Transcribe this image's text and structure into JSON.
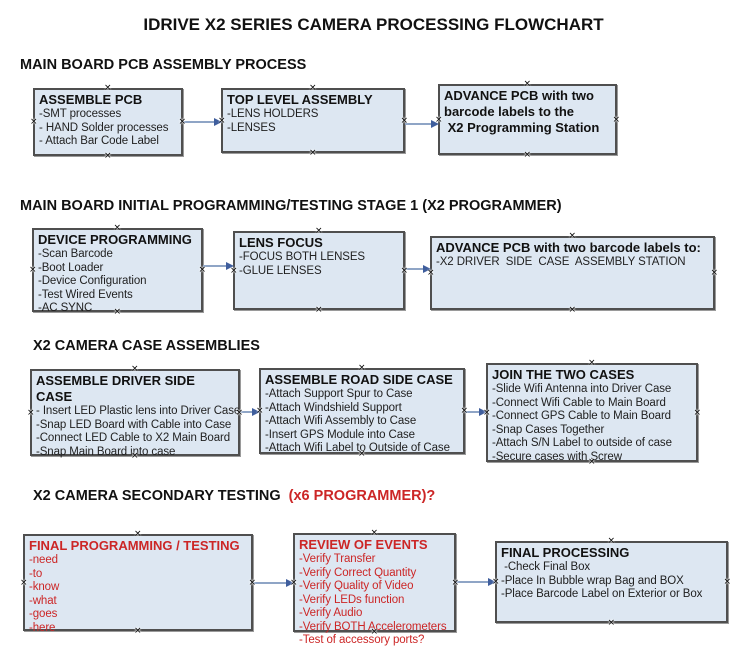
{
  "title": "IDRIVE X2  SERIES CAMERA PROCESSING FLOWCHART",
  "colors": {
    "box_fill": "#dde7f2",
    "box_border": "#4f4f4f",
    "red_text": "#cc2626",
    "arrow_line": "#8fa5c6",
    "arrow_head": "#3f5e9d"
  },
  "sections": [
    {
      "heading": "MAIN BOARD PCB ASSEMBLY PROCESS",
      "heading_red": "",
      "boxes": [
        {
          "title": "ASSEMBLE PCB",
          "lines": [
            "-SMT processes",
            "- HAND Solder processes",
            "- Attach Bar Code Label"
          ]
        },
        {
          "title": "TOP LEVEL ASSEMBLY",
          "lines": [
            "-LENS HOLDERS",
            "-LENSES"
          ]
        },
        {
          "title": "ADVANCE PCB with two\nbarcode labels to the\n X2 Programming Station",
          "lines": []
        }
      ]
    },
    {
      "heading": "MAIN BOARD INITIAL PROGRAMMING/TESTING STAGE 1 (X2 PROGRAMMER)",
      "heading_red": "",
      "boxes": [
        {
          "title": "DEVICE PROGRAMMING",
          "lines": [
            "-Scan Barcode",
            "-Boot Loader",
            "-Device Configuration",
            "-Test Wired Events",
            "-AC SYNC"
          ]
        },
        {
          "title": "LENS FOCUS",
          "lines": [
            "-FOCUS BOTH LENSES",
            "-GLUE LENSES"
          ]
        },
        {
          "title": "ADVANCE PCB with two barcode labels to:",
          "lines": [
            "-X2 DRIVER  SIDE  CASE  ASSEMBLY STATION"
          ]
        }
      ]
    },
    {
      "heading": "X2 CAMERA CASE ASSEMBLIES",
      "heading_red": "",
      "boxes": [
        {
          "title": "ASSEMBLE DRIVER SIDE CASE",
          "lines": [
            "- Insert LED Plastic lens into Driver Case",
            "-Snap LED Board with Cable into Case",
            "-Connect LED Cable to X2 Main Board",
            "-Snap Main Board into case"
          ]
        },
        {
          "title": "ASSEMBLE ROAD SIDE CASE",
          "lines": [
            "-Attach Support Spur to Case",
            "-Attach Windshield Support",
            "-Attach Wifi Assembly to Case",
            "-Insert GPS Module into Case",
            "-Attach Wifi Label to Outside of Case"
          ]
        },
        {
          "title": "JOIN THE TWO CASES",
          "lines": [
            "-Slide Wifi Antenna into Driver Case",
            "-Connect Wifi Cable to Main Board",
            "-Connect GPS Cable to Main Board",
            "-Snap Cases Together",
            "-Attach S/N Label to outside of case",
            "-Secure cases with Screw"
          ]
        }
      ]
    },
    {
      "heading": "X2 CAMERA SECONDARY TESTING ",
      "heading_red": " (x6 PROGRAMMER)?",
      "boxes": [
        {
          "title": "FINAL PROGRAMMING / TESTING",
          "lines": [
            "-need",
            "-to",
            "-know",
            "-what",
            "-goes",
            "-here"
          ]
        },
        {
          "title": "REVIEW OF EVENTS",
          "lines": [
            "-Verify Transfer",
            "-Verify Correct Quantity",
            "-Verify Quality of Video",
            "-Verify LEDs function",
            "-Verify Audio",
            "-Verify BOTH Accelerometers",
            "-Test of accessory ports?"
          ]
        },
        {
          "title": "FINAL PROCESSING",
          "lines": [
            " -Check Final Box",
            "-Place In Bubble wrap Bag and BOX",
            "-Place Barcode Label on Exterior or Box"
          ]
        }
      ]
    }
  ]
}
